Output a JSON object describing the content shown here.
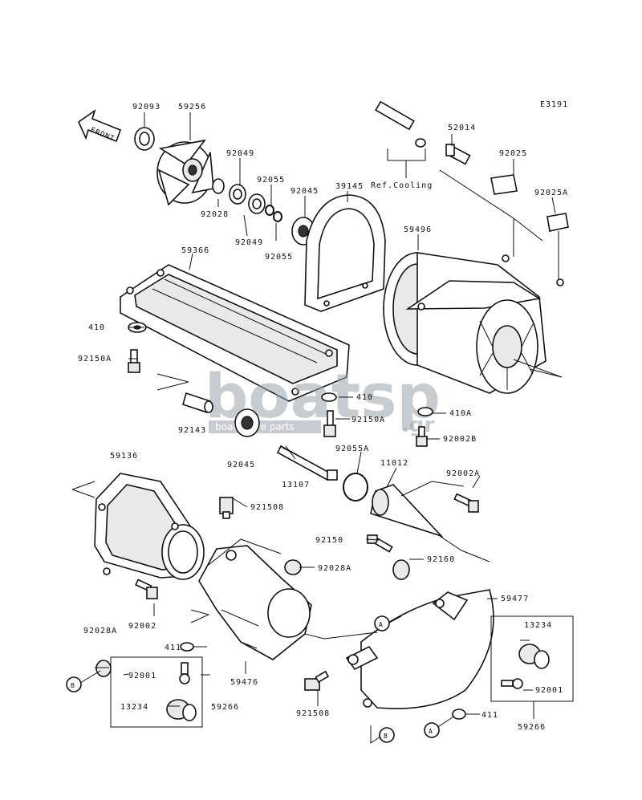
{
  "diagram_code": "E3191",
  "front_label": "FRONT",
  "ref_cooling_label": "Ref.Cooling",
  "watermark": {
    "brand": "boatsp",
    "suffix": ".gr",
    "tagline": "boat spare parts"
  },
  "callouts": {
    "a": "A",
    "b": "B"
  },
  "parts": [
    {
      "id": "92093",
      "label": "92093"
    },
    {
      "id": "59256",
      "label": "59256"
    },
    {
      "id": "92049-a",
      "label": "92049"
    },
    {
      "id": "92055-a",
      "label": "92055"
    },
    {
      "id": "92045-a",
      "label": "92045"
    },
    {
      "id": "39145",
      "label": "39145"
    },
    {
      "id": "52014",
      "label": "52014"
    },
    {
      "id": "92025",
      "label": "92025"
    },
    {
      "id": "92025A",
      "label": "92025A"
    },
    {
      "id": "92028",
      "label": "92028"
    },
    {
      "id": "92049-b",
      "label": "92049"
    },
    {
      "id": "92055-b",
      "label": "92055"
    },
    {
      "id": "59366",
      "label": "59366"
    },
    {
      "id": "59496",
      "label": "59496"
    },
    {
      "id": "410-a",
      "label": "410"
    },
    {
      "id": "92150A-a",
      "label": "92150A"
    },
    {
      "id": "410-b",
      "label": "410"
    },
    {
      "id": "410A",
      "label": "410A"
    },
    {
      "id": "92150A-b",
      "label": "92150A"
    },
    {
      "id": "92143",
      "label": "92143"
    },
    {
      "id": "92002B",
      "label": "92002B"
    },
    {
      "id": "92055A",
      "label": "92055A"
    },
    {
      "id": "92045-b",
      "label": "92045"
    },
    {
      "id": "59136",
      "label": "59136"
    },
    {
      "id": "11012",
      "label": "11012"
    },
    {
      "id": "13107",
      "label": "13107"
    },
    {
      "id": "92002A",
      "label": "92002A"
    },
    {
      "id": "921508-a",
      "label": "921508"
    },
    {
      "id": "92150",
      "label": "92150"
    },
    {
      "id": "92160",
      "label": "92160"
    },
    {
      "id": "92028A-a",
      "label": "92028A"
    },
    {
      "id": "59477",
      "label": "59477"
    },
    {
      "id": "92002",
      "label": "92002"
    },
    {
      "id": "92028A-b",
      "label": "92028A"
    },
    {
      "id": "411-a",
      "label": "411"
    },
    {
      "id": "13234-a",
      "label": "13234"
    },
    {
      "id": "92001-a",
      "label": "92001"
    },
    {
      "id": "59476",
      "label": "59476"
    },
    {
      "id": "13234-b",
      "label": "13234"
    },
    {
      "id": "59266-a",
      "label": "59266"
    },
    {
      "id": "921508-b",
      "label": "921508"
    },
    {
      "id": "92001-b",
      "label": "92001"
    },
    {
      "id": "411-b",
      "label": "411"
    },
    {
      "id": "59266-b",
      "label": "59266"
    }
  ]
}
